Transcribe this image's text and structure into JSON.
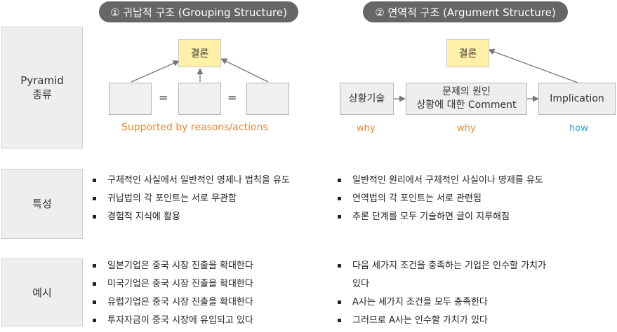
{
  "header": {
    "inductive_title": "① 귀납적 구조 (Grouping Structure)",
    "deductive_title": "② 연역적 구조 (Argument Structure)"
  },
  "rows": {
    "pyramid_line1": "Pyramid",
    "pyramid_line2": "종류",
    "traits": "특성",
    "examples": "예시"
  },
  "inductive": {
    "conclusion": "결론",
    "equals": "=",
    "caption": "Supported by reasons/actions"
  },
  "deductive": {
    "conclusion": "결론",
    "box1": "상황기술",
    "box2_line1": "문제의 원인",
    "box2_line2": "상황에 대한 Comment",
    "box3": "Implication",
    "label1": "why",
    "label2": "why",
    "label3": "how"
  },
  "traits": {
    "inductive": [
      "구체적인 사실에서 일반적인 명제나 법칙을 유도",
      "귀납법의 각 포인트는 서로 무관함",
      "경험적 지식에 활용"
    ],
    "deductive": [
      "일반적인 원리에서 구체적인 사실이나 명제를 유도",
      "연역법의 각 포인트는 서로 관련됨",
      "추론 단계를 모두 기술하면 글이 지루해짐"
    ]
  },
  "examples": {
    "inductive": [
      "일본기업은 중국 시장 진출을 확대한다",
      "미국기업은 중국 시장 진출을 확대한다",
      "유럽기업은 중국 시장 진출을 확대한다",
      "투자자금이 중국 시장에 유입되고 있다"
    ],
    "deductive": [
      "다음 세가지 조건을 충족하는 기업은 인수할 가치가",
      "있다",
      "A사는 세가지 조건을 모두 충족한다",
      "그러므로 A사는 인수할 가치가 있다"
    ]
  },
  "colors": {
    "header_bg": "#666666",
    "conclusion_fill": "#fff2a8",
    "accent_orange": "#f0862a",
    "accent_blue": "#2aa3dc"
  }
}
